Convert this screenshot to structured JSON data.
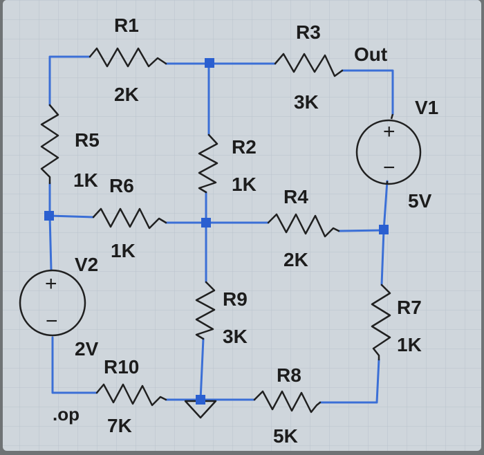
{
  "colors": {
    "background": "#cfd6dc",
    "grid": "#b9c3cc",
    "wire": "#3b6fd6",
    "component": "#202020",
    "junction": "#2a5fd0",
    "text": "#1c1c1c"
  },
  "components": {
    "R1": {
      "name": "R1",
      "value": "2K"
    },
    "R2": {
      "name": "R2",
      "value": "1K"
    },
    "R3": {
      "name": "R3",
      "value": "3K"
    },
    "R4": {
      "name": "R4",
      "value": "2K"
    },
    "R5": {
      "name": "R5",
      "value": "1K"
    },
    "R6": {
      "name": "R6",
      "value": "1K"
    },
    "R7": {
      "name": "R7",
      "value": "1K"
    },
    "R8": {
      "name": "R8",
      "value": "5K"
    },
    "R9": {
      "name": "R9",
      "value": "3K"
    },
    "R10": {
      "name": "R10",
      "value": "7K"
    },
    "V1": {
      "name": "V1",
      "value": "5V"
    },
    "V2": {
      "name": "V2",
      "value": "2V"
    }
  },
  "net_labels": {
    "out": "Out"
  },
  "directive": ".op",
  "source_symbols": {
    "plus": "+",
    "minus": "−"
  }
}
